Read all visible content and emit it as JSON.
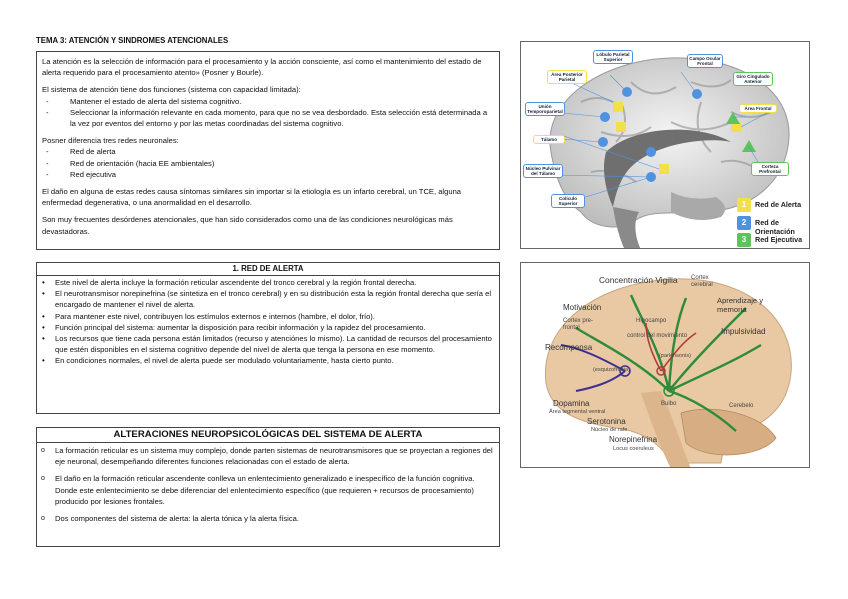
{
  "title": "TEMA 3: ATENCIÓN Y SINDROMES ATENCIONALES",
  "intro": {
    "p1": "La atención es la selección de información para el procesamiento y la acción consciente, así como el mantenimiento del estado de alerta requerido para el procesamiento atento» (Posner y Bourle).",
    "p2": "El sistema de atención tiene dos funciones (sistema con capacidad limitada):",
    "functions": [
      "Mantener el estado de alerta del sistema cognitivo.",
      "Seleccionar la información relevante en cada momento, para que no se vea desbordado. Esta selección está determinada a la vez por eventos del entorno y por las metas coordinadas del sistema cognitivo."
    ],
    "p3": "Posner diferencia tres redes neuronales:",
    "networks": [
      "Red de alerta",
      "Red de orientación (hacia EE ambientales)",
      "Red ejecutiva"
    ],
    "p4": "El daño en alguna de estas redes causa síntomas similares sin importar si la etiología es un infarto cerebral, un TCE, alguna enfermedad degenerativa, o una anormalidad en el desarrollo.",
    "p5": "Son muy frecuentes desórdenes atencionales, que han sido considerados como una de las condiciones neurológicas más devastadoras."
  },
  "alert": {
    "heading": "1.     RED DE ALERTA",
    "items": [
      "Este nivel de alerta incluye la formación reticular ascendente del tronco cerebral y la región frontal derecha.",
      "El neurotransmisor norepinefrina (se sintetiza en el tronco cerebral) y en su distribución esta la región frontal derecha que sería el encargado de mantener el nivel de alerta.",
      "Para mantener este nivel, contribuyen los estímulos externos e internos (hambre, el dolor, frío).",
      "Función principal del sistema: aumentar la disposición para recibir información y la rapidez del procesamiento.",
      "Los recursos que tiene cada persona están limitados (recurso y atenciónes lo mismo). La cantidad de recursos del procesamiento que estén disponibles en el sistema cognitivo depende del nivel de alerta que tenga la persona en ese momento.",
      "En condiciones normales, el nivel de alerta puede ser modulado voluntariamente, hasta cierto punto."
    ]
  },
  "alterations": {
    "heading": "ALTERACIONES NEUROPSICOLÓGICAS DEL SISTEMA DE ALERTA",
    "items": [
      "La formación reticular es un sistema muy complejo, donde parten sistemas de neurotransmisores que se proyectan a regiones del eje neuronal, desempeñando diferentes funciones relacionadas con el estado de alerta.",
      "El daño en la formación reticular ascendente conlleva un enlentecimiento generalizado e inespecífico de la función cognitiva. Donde este enlentecimiento se debe diferenciar del enlentecimiento específico (que requieren + recursos de procesamiento) producido por lesiones frontales.",
      "Dos componentes del sistema de alerta: la alerta tónica y la alerta física."
    ]
  },
  "figure1": {
    "labels": {
      "parietal_sup": "Lóbulo Parietal Superior",
      "area_post_parietal": "Área Posterior Parietal",
      "campo_ocular": "Campo Ocular Frontal",
      "giro_cingulado": "Giro Cingulado Anterior",
      "area_frontal": "Área Frontal",
      "union_tp": "Unión Temporoparietal",
      "talamo": "Tálamo",
      "nucleo_pulvinar": "Núcleo Pulvinar del Tálamo",
      "colliculo": "Colículo Superior",
      "corteza_pf": "Corteza Prefrontal"
    },
    "legend": [
      {
        "num": "1",
        "label": "Red de Alerta",
        "color": "#f1e04a"
      },
      {
        "num": "2",
        "label": "Red de Orientación",
        "color": "#4f93e0"
      },
      {
        "num": "3",
        "label": "Red Ejecutiva",
        "color": "#5cc45a"
      }
    ]
  },
  "figure2": {
    "labels": {
      "concentracion": "Concentración Vigilia",
      "cortex_cerebral": "Cortex cerebral",
      "motivacion": "Motivación",
      "hipocampo": "Hipocampo",
      "aprendizaje": "Aprendizaje y memoria",
      "cortex_prefrontal": "Cortex pre-frontal",
      "control": "control del movimiento",
      "impulsividad": "Impulsividad",
      "recompensa": "Recompensa",
      "parkinsonis": "(parkinsonis)",
      "esquizofrenia": "(esquizofrenia)",
      "bulbo": "Bulbo",
      "cerebelo": "Cerebelo",
      "dopamina": "Dopamina",
      "area_tegmental": "Área tegmental ventral",
      "serotonina": "Serotonina",
      "nucleo_rafe": "Núcleo de rafe",
      "norepinefrina": "Norepinefrina",
      "locus": "Locus coeruleus"
    }
  }
}
